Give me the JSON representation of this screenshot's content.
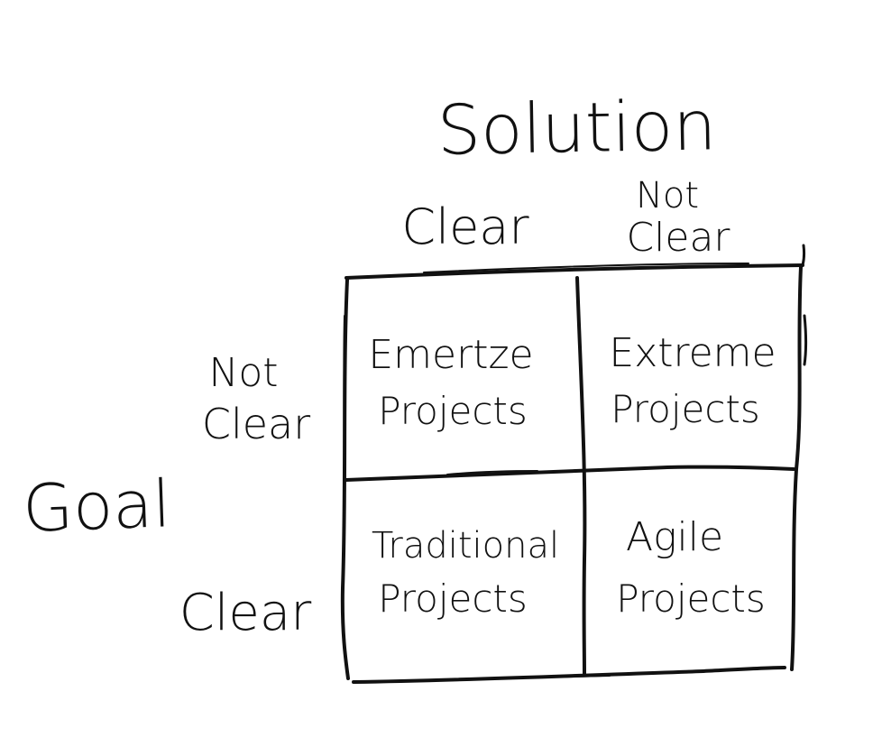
{
  "axes": {
    "solution": {
      "title": "Solution",
      "columns": [
        "Clear",
        "Not Clear"
      ]
    },
    "goal": {
      "title": "Goal",
      "rows": [
        "Not Clear",
        "Clear"
      ]
    }
  },
  "cells": [
    [
      "Emertze Projects",
      "Extreme Projects"
    ],
    [
      "Traditional Projects",
      "Agile Projects"
    ]
  ],
  "ink_color": "#111111",
  "background_color": "#ffffff"
}
